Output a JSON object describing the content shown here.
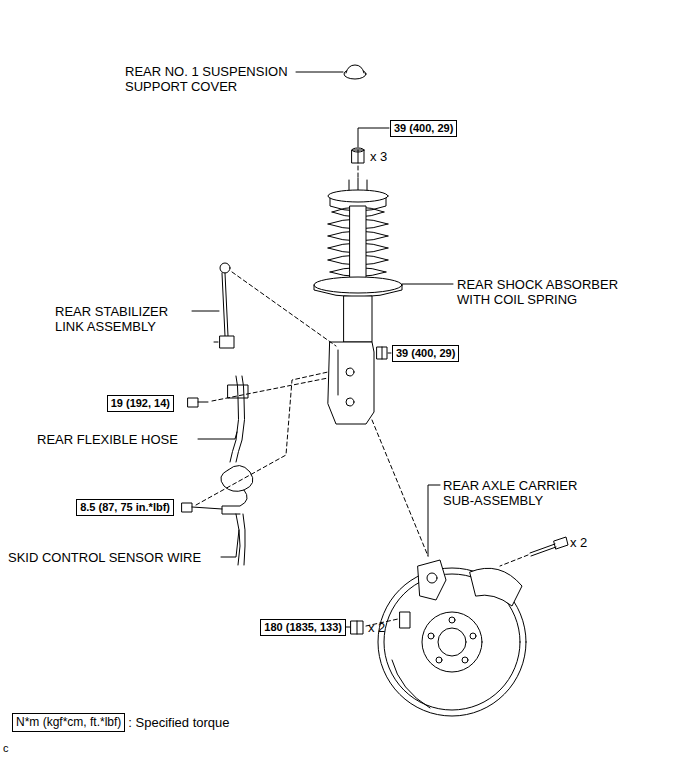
{
  "diagram": {
    "nodes": [
      {
        "text": [
          "39 (400, 29)"
        ]
      },
      {
        "text": [
          "39 (400, 29)"
        ]
      },
      {
        "text": [
          "19 (192, 14)"
        ]
      },
      {
        "text": [
          "8.5 (87, 75 in.*lbf)"
        ]
      },
      {
        "text": [
          "180 (1835, 133)"
        ]
      },
      {
        "text": [
          "N*m (kgf*cm, ft.*lbf)"
        ]
      }
    ],
    "labels": [
      "REAR NO. 1 SUSPENSION SUPPORT COVER",
      "x 3",
      "REAR SHOCK ABSORBER WITH COIL SPRING",
      "REAR STABILIZER LINK ASSEMBLY",
      "REAR FLEXIBLE HOSE",
      "SKID CONTROL SENSOR WIRE",
      "REAR AXLE CARRIER SUB-ASSEMBLY",
      "x 2",
      "x 2",
      ": Specified torque",
      "c"
    ]
  }
}
